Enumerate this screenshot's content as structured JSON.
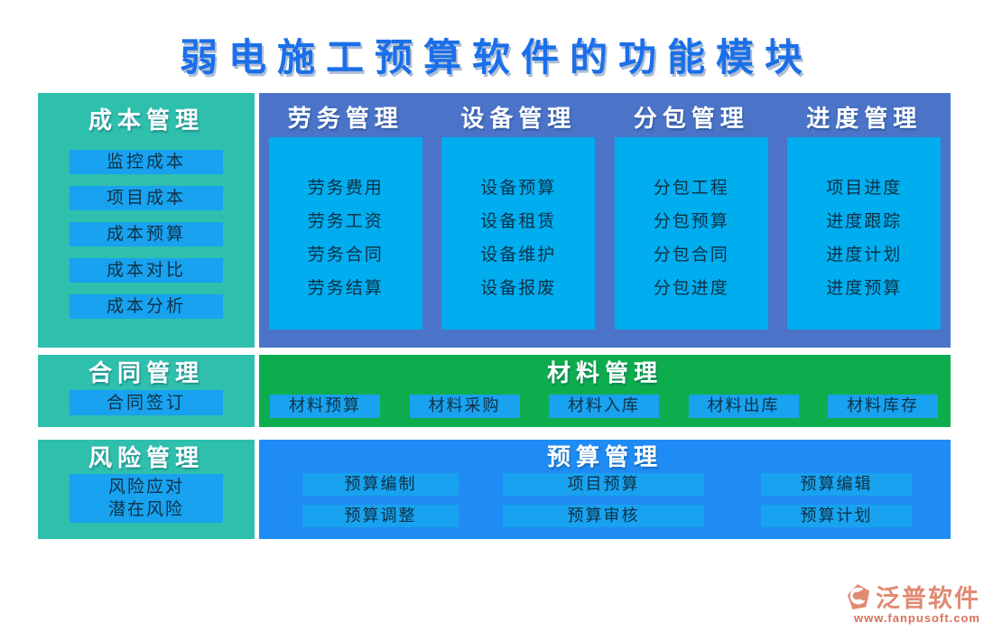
{
  "title": "弱电施工预算软件的功能模块",
  "colors": {
    "teal": "#2EC0AD",
    "royal": "#4B74C9",
    "cyan": "#00ADEF",
    "azure": "#18A2EF",
    "green": "#0DAD4E",
    "dodger": "#1F8CF5",
    "title_blue": "#1B6FE9",
    "dark_text": "#0E3145",
    "header_text": "#FFFFFF",
    "brand": "#E08A72",
    "brand_url": "#D8705B"
  },
  "panels": {
    "cost": {
      "title": "成本管理",
      "items": [
        "监控成本",
        "项目成本",
        "成本预算",
        "成本对比",
        "成本分析"
      ]
    },
    "main": {
      "columns": [
        {
          "title": "劳务管理",
          "items": [
            "劳务费用",
            "劳务工资",
            "劳务合同",
            "劳务结算"
          ]
        },
        {
          "title": "设备管理",
          "items": [
            "设备预算",
            "设备租赁",
            "设备维护",
            "设备报废"
          ]
        },
        {
          "title": "分包管理",
          "items": [
            "分包工程",
            "分包预算",
            "分包合同",
            "分包进度"
          ]
        },
        {
          "title": "进度管理",
          "items": [
            "项目进度",
            "进度跟踪",
            "进度计划",
            "进度预算"
          ]
        }
      ]
    },
    "contract": {
      "title": "合同管理",
      "items": [
        "合同签订"
      ]
    },
    "material": {
      "title": "材料管理",
      "items": [
        "材料预算",
        "材料采购",
        "材料入库",
        "材料出库",
        "材料库存"
      ]
    },
    "risk": {
      "title": "风险管理",
      "items": [
        "风险应对",
        "潜在风险"
      ]
    },
    "budget": {
      "title": "预算管理",
      "rows": [
        [
          "预算编制",
          "项目预算",
          "预算编辑"
        ],
        [
          "预算调整",
          "预算审核",
          "预算计划"
        ]
      ]
    }
  },
  "footer": {
    "brand": "泛普软件",
    "url": "www.fanpusoft.com"
  }
}
